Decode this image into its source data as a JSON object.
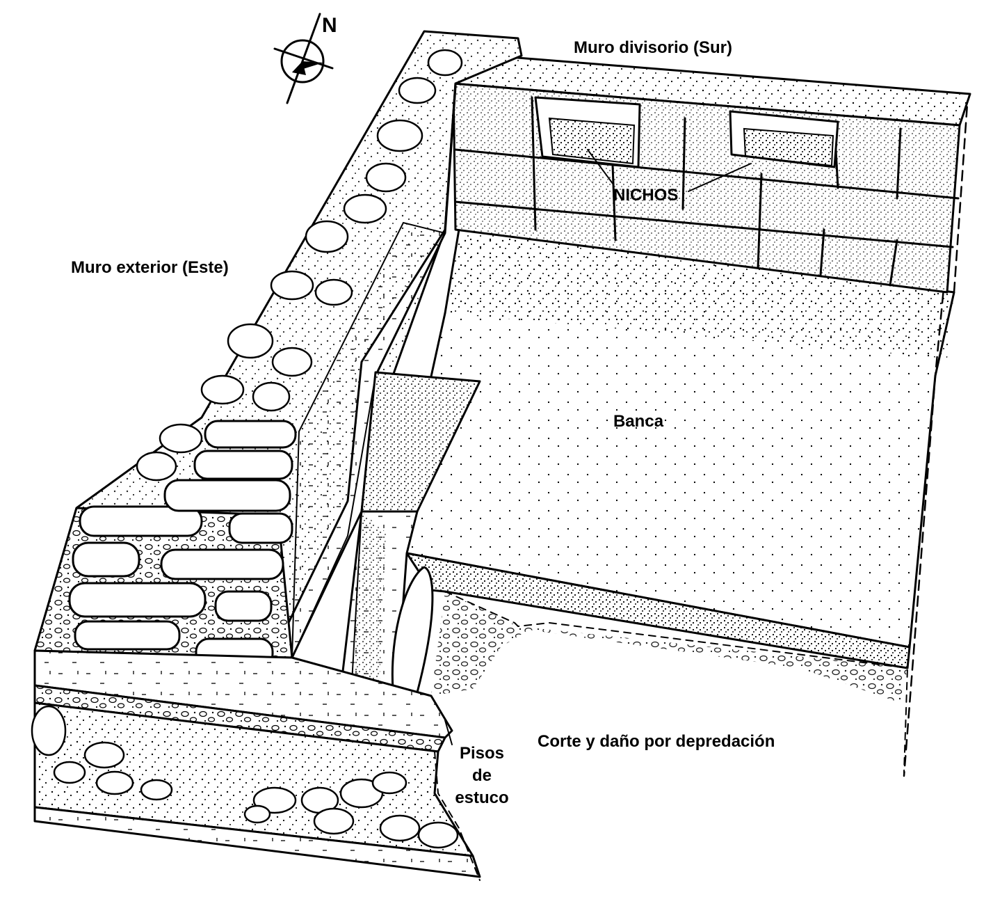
{
  "title": "",
  "labels": {
    "north": "N",
    "muro_divisorio": "Muro divisorio (Sur)",
    "nichos": "NICHOS",
    "muro_exterior": "Muro exterior (Este)",
    "banca": "Banca",
    "corte": "Corte y daño por depredación",
    "pisos_line1": "Pisos",
    "pisos_line2": "de",
    "pisos_line3": "estuco"
  },
  "colors": {
    "ink": "#000000",
    "paper": "#ffffff"
  },
  "icons": {
    "north_arrow": "compass-north-arrow-icon"
  }
}
